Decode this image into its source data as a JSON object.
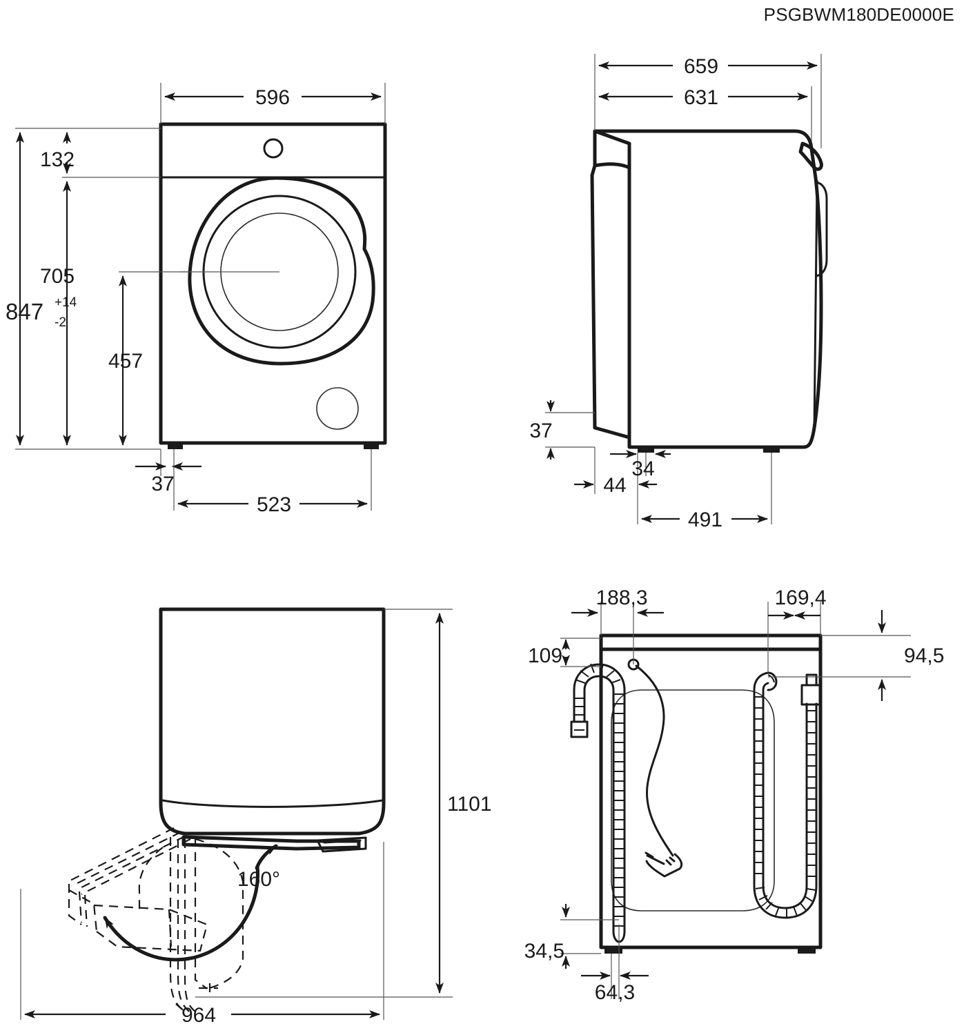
{
  "drawing": {
    "code": "PSGBWM180DE0000E",
    "product": "front-load washing machine",
    "units": "mm",
    "views": [
      {
        "name": "front-view",
        "position": "top-left"
      },
      {
        "name": "side-view",
        "position": "top-right"
      },
      {
        "name": "top-view-door-swing",
        "position": "bottom-left"
      },
      {
        "name": "rear-view-hoses",
        "position": "bottom-right"
      }
    ]
  },
  "dimensions": {
    "front": {
      "width": "596",
      "control_panel_height": "132",
      "body_height_705": "705",
      "total_height": "847",
      "tol_plus": "+14",
      "tol_minus": "-2",
      "door_center_height": "457",
      "foot_inset": "37",
      "foot_span": "523"
    },
    "side": {
      "depth_overall": "659",
      "depth_body": "631",
      "plinth_height": "37",
      "foot_width": "34",
      "foot_front_offset": "44",
      "foot_span": "491"
    },
    "top": {
      "door_open_angle": "160°",
      "depth_with_door_open": "1101",
      "width_with_door_open": "964"
    },
    "rear": {
      "inlet_hose_offset": "188,3",
      "drain_hose_offset": "169,4",
      "top_panel_height": "109",
      "right_offset": "94,5",
      "hose_bottom_height": "34,5",
      "hose_bottom_offset": "64,3"
    }
  }
}
